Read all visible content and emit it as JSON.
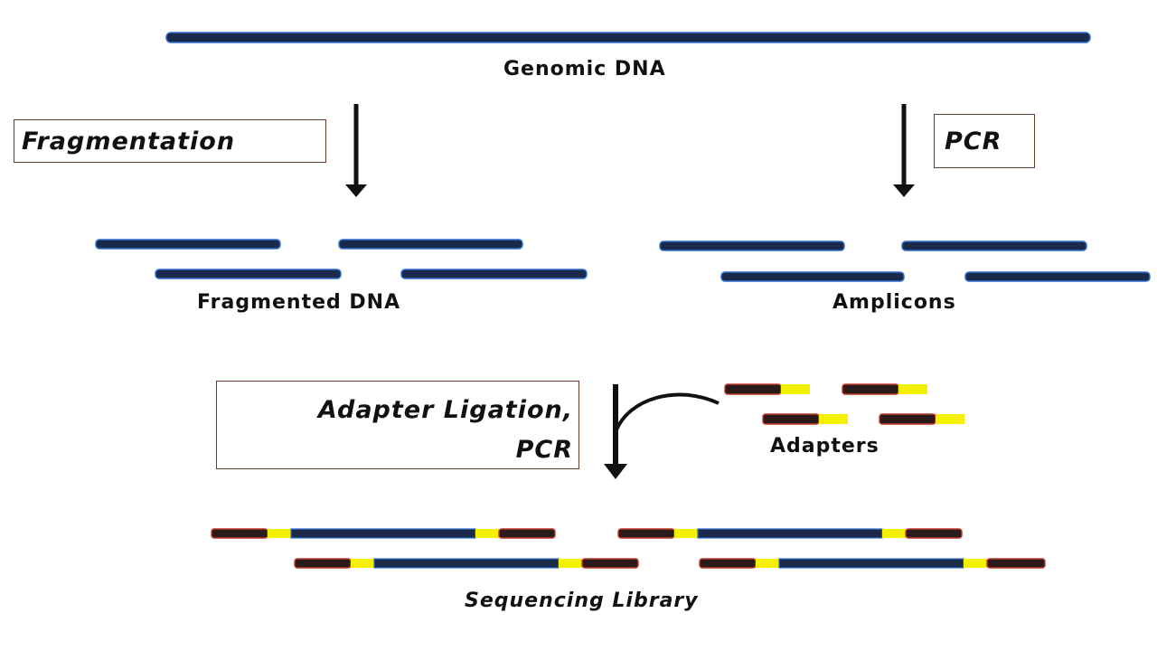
{
  "labels": {
    "genomic": "Genomic DNA",
    "fragmented": "Fragmented DNA",
    "amplicons": "Amplicons",
    "adapters": "Adapters",
    "library": "Sequencing Library"
  },
  "steps": {
    "fragmentation": "Fragmentation",
    "pcr": "PCR",
    "ligation_line1": "Adapter Ligation,",
    "ligation_line2": "PCR"
  },
  "colors": {
    "dna_strand": "#1c2a4a",
    "strand_edge": "#2f6fd0",
    "adapter_body": "#2a1a1a",
    "adapter_edge": "#c0392b",
    "adapter_tag": "#f5f000",
    "arrow": "#111111",
    "box_border": "#6b3a33"
  }
}
